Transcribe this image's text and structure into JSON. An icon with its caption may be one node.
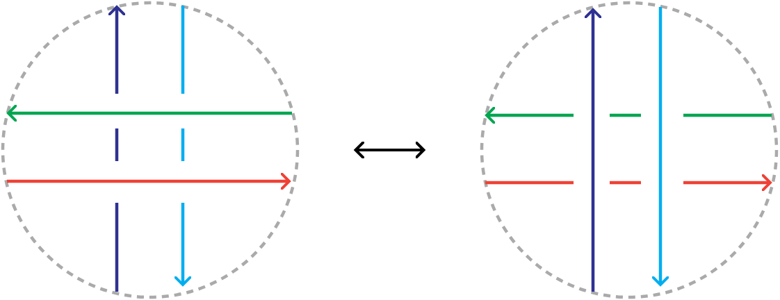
{
  "diagram": {
    "nodes": [
      {
        "text": [],
        "shape": "circle"
      },
      {
        "text": [],
        "shape": "circle"
      }
    ],
    "edges": [
      {
        "from": 0,
        "to": 1,
        "arrow": "both"
      }
    ]
  }
}
